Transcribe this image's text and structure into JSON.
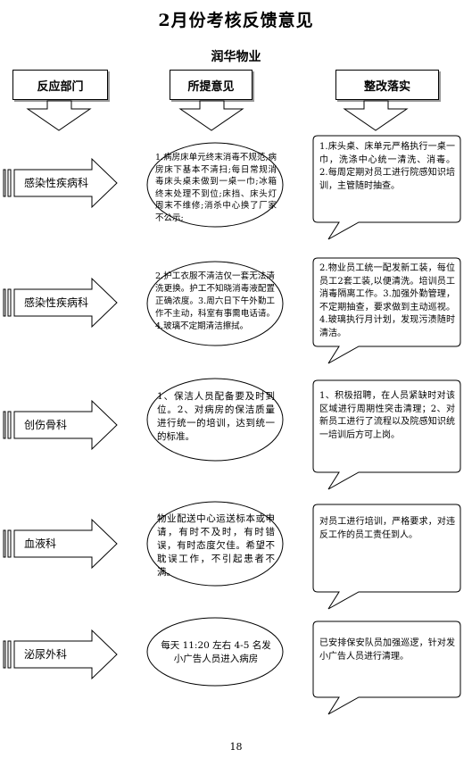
{
  "title": "2月份考核反馈意见",
  "subtitle": "润华物业",
  "headers": {
    "dept": "反应部门",
    "opinion": "所提意见",
    "fix": "整改落实"
  },
  "rows": [
    {
      "dept": "感染性疾病科",
      "opinion": "1.病房床单元终末消毒不规范,病房床下基本不清扫;每日常规消毒床头桌未做到一桌一巾;冰箱终末处理不到位;床挡、床头灯周末不维修;消杀中心换了厂家不公示;",
      "fix": "1.床头桌、床单元严格执行一桌一巾，洗涤中心统一清洗、消毒。 2.每周定期对员工进行院感知识培训，主管随时抽查。"
    },
    {
      "dept": "感染性疾病科",
      "opinion": "2.护工衣服不清洁仅一套无法清洗更换。护工不知晓消毒液配置正确浓度。3.周六日下午外勤工作不主动，科室有事需电话请。4.玻璃不定期清洁擦拭。",
      "fix": "2.物业员工统一配发新工装，每位员工2套工装,以便清洗。培训员工消毒隔离工作。3.加强外勤管理，不定期抽查，要求做到主动巡视。4.玻璃执行月计划，发现污渍随时清洁。"
    },
    {
      "dept": "创伤骨科",
      "opinion": "1、保洁人员配备要及时到位。2、对病房的保洁质量进行统一的培训，达到统一的标准。",
      "fix": "1、积极招聘，在人员紧缺时对该区域进行周期性突击清理；2、对新员工进行了流程以及院感知识统一培训后方可上岗。"
    },
    {
      "dept": "血液科",
      "opinion": "物业配送中心运送标本或申请，有时不及时，有时错误，有时态度欠佳。希望不耽误工作，不引起患者不满。",
      "fix": "对员工进行培训，严格要求，对违反工作的员工责任到人。"
    },
    {
      "dept": "泌尿外科",
      "opinion": "每天 11:20 左右 4-5 名发小广告人员进入病房",
      "fix": "已安排保安队员加强巡逻，针对发小广告人员进行清理。"
    }
  ],
  "page_number": "18"
}
